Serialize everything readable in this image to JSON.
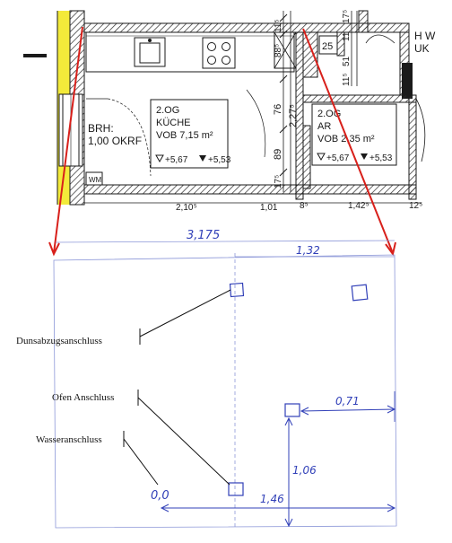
{
  "colors": {
    "plan_ink": "#1a1a1a",
    "hatch": "#2a2a2a",
    "yellow_wall": "#f3ea3a",
    "red_line": "#d8201b",
    "sketch_blue": "#3140b8",
    "grid_blue": "#8c97d8",
    "label_black": "#111111"
  },
  "plan": {
    "kitchen_label": [
      "2.OG",
      "KÜCHE",
      "VOB 7,15 m²"
    ],
    "kitchen_levels": {
      "level_a": "+5,67",
      "level_b": "+5,53"
    },
    "ar_label": [
      "2.OG",
      "AR",
      "VOB 2,35 m²"
    ],
    "ar_levels": {
      "level_a": "+5,67",
      "level_b": "+5,53"
    },
    "brh_label": [
      "BRH:",
      "1,00 OKRF"
    ],
    "corner_label": [
      "H W",
      "UK"
    ],
    "dim_small": "25",
    "dims_right_a": [
      "51",
      "11",
      "17⁵"
    ],
    "dim_88": "88⁵",
    "dim_11": "11⁵",
    "dim_76": "76",
    "dim_227": "2,27⁵",
    "dim_89": "89",
    "dim_17": "17⁵",
    "dim_11b": "11⁵",
    "bottom_dims": [
      "2,10⁵",
      "1,01",
      "8⁵",
      "1,42⁵",
      "12⁵"
    ],
    "wm_label": "WM"
  },
  "sketch": {
    "dim_total": "3,175",
    "dim_right": "1,32",
    "dim_071": "0,71",
    "dim_106": "1,06",
    "dim_146": "1,46",
    "corner_note": "0,0"
  },
  "labels": {
    "dunst": "Dunsabzugsanschluss",
    "ofen": "Ofen Anschluss",
    "wasser": "Wasseranschluss"
  }
}
